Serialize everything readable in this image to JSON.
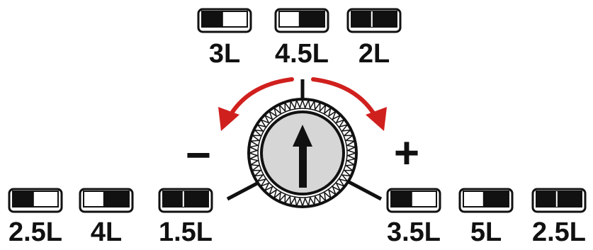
{
  "colors": {
    "ink": "#111111",
    "arrow": "#d0201e",
    "knob_fill": "#d6d6d6",
    "background": "#ffffff"
  },
  "signs": {
    "minus": "−",
    "plus": "+"
  },
  "top_settings": [
    {
      "label": "3L",
      "fill": "left"
    },
    {
      "label": "4.5L",
      "fill": "right"
    },
    {
      "label": "2L",
      "fill": "full"
    }
  ],
  "left_settings": [
    {
      "label": "2.5L",
      "fill": "left"
    },
    {
      "label": "4L",
      "fill": "right"
    },
    {
      "label": "1.5L",
      "fill": "full"
    }
  ],
  "right_settings": [
    {
      "label": "3.5L",
      "fill": "left"
    },
    {
      "label": "5L",
      "fill": "right"
    },
    {
      "label": "2.5L",
      "fill": "full"
    }
  ],
  "icons": {
    "knob": "serrated-dial-icon",
    "pointer": "up-arrow-icon",
    "decrease_arrow": "curved-arrow-left-icon",
    "increase_arrow": "curved-arrow-right-icon"
  }
}
